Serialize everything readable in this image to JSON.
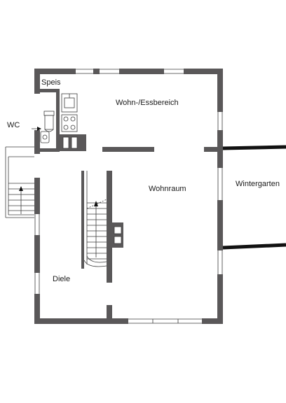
{
  "rooms": {
    "speis": "Speis",
    "wohn_ess": "Wohn-/Essbereich",
    "wc": "WC",
    "wohnraum": "Wohnraum",
    "wintergarten": "Wintergarten",
    "diele": "Diele"
  },
  "colors": {
    "wall": "#5a5859",
    "line": "#3c3c3c",
    "background": "#ffffff"
  }
}
